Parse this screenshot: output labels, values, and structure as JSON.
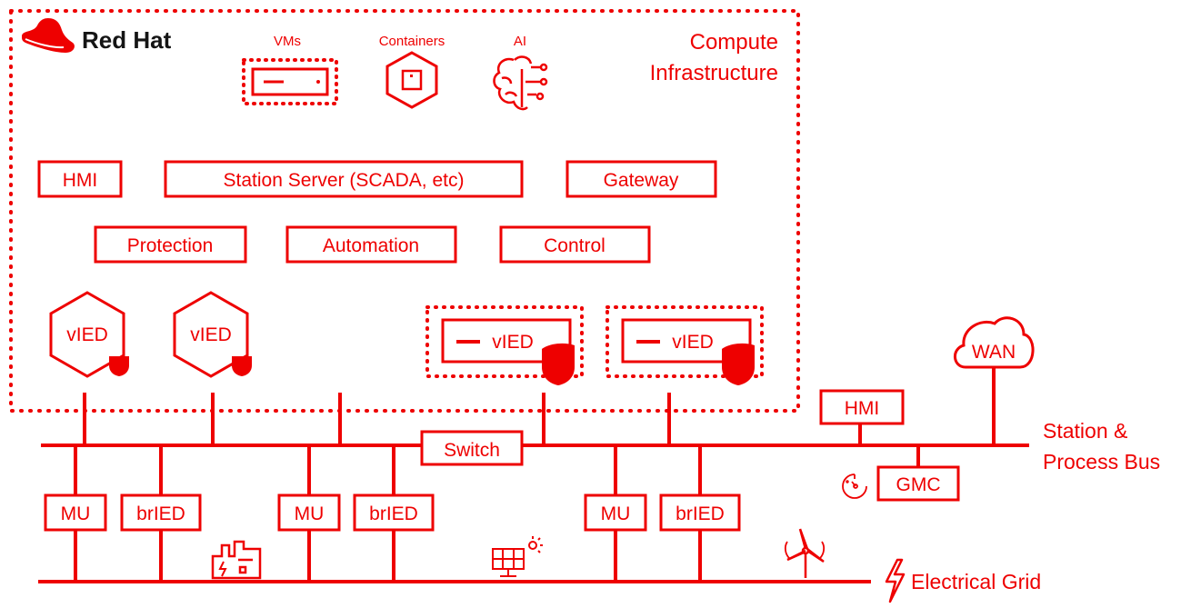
{
  "brand": {
    "name": "Red Hat",
    "color": "#ee0000"
  },
  "compute": {
    "title_line1": "Compute",
    "title_line2": "Infrastructure",
    "icon_labels": {
      "vms": "VMs",
      "containers": "Containers",
      "ai": "AI"
    }
  },
  "apps": {
    "hmi": "HMI",
    "station_server": "Station Server (SCADA, etc)",
    "gateway": "Gateway",
    "protection": "Protection",
    "automation": "Automation",
    "control": "Control"
  },
  "vied": [
    "vIED",
    "vIED",
    "vIED",
    "vIED"
  ],
  "bus": {
    "switch": "Switch",
    "hmi": "HMI",
    "gmc": "GMC",
    "wan": "WAN",
    "label_line1": "Station &",
    "label_line2": "Process Bus"
  },
  "field_devices": [
    "MU",
    "brIED",
    "MU",
    "brIED",
    "MU",
    "brIED"
  ],
  "grid": {
    "label": "Electrical Grid"
  }
}
